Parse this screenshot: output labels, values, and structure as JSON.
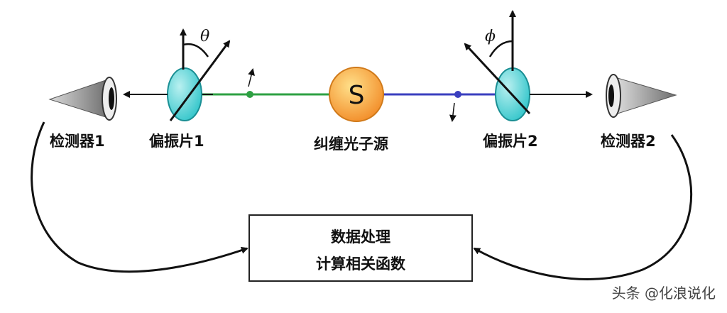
{
  "labels": {
    "detector1": "检测器1",
    "polarizer1": "偏振片1",
    "source_caption": "纠缠光子源",
    "polarizer2": "偏振片2",
    "detector2": "检测器2"
  },
  "source_symbol": "S",
  "angles": {
    "theta": "θ",
    "phi": "ϕ"
  },
  "processing": {
    "line1": "数据处理",
    "line2": "计算相关函数"
  },
  "watermark": "头条 @化浪说化",
  "colors": {
    "green_beam": "#2ea043",
    "blue_beam": "#3a3fbf",
    "source_fill": "#f5a63a",
    "polarizer_fill": "#4fd6d6"
  }
}
